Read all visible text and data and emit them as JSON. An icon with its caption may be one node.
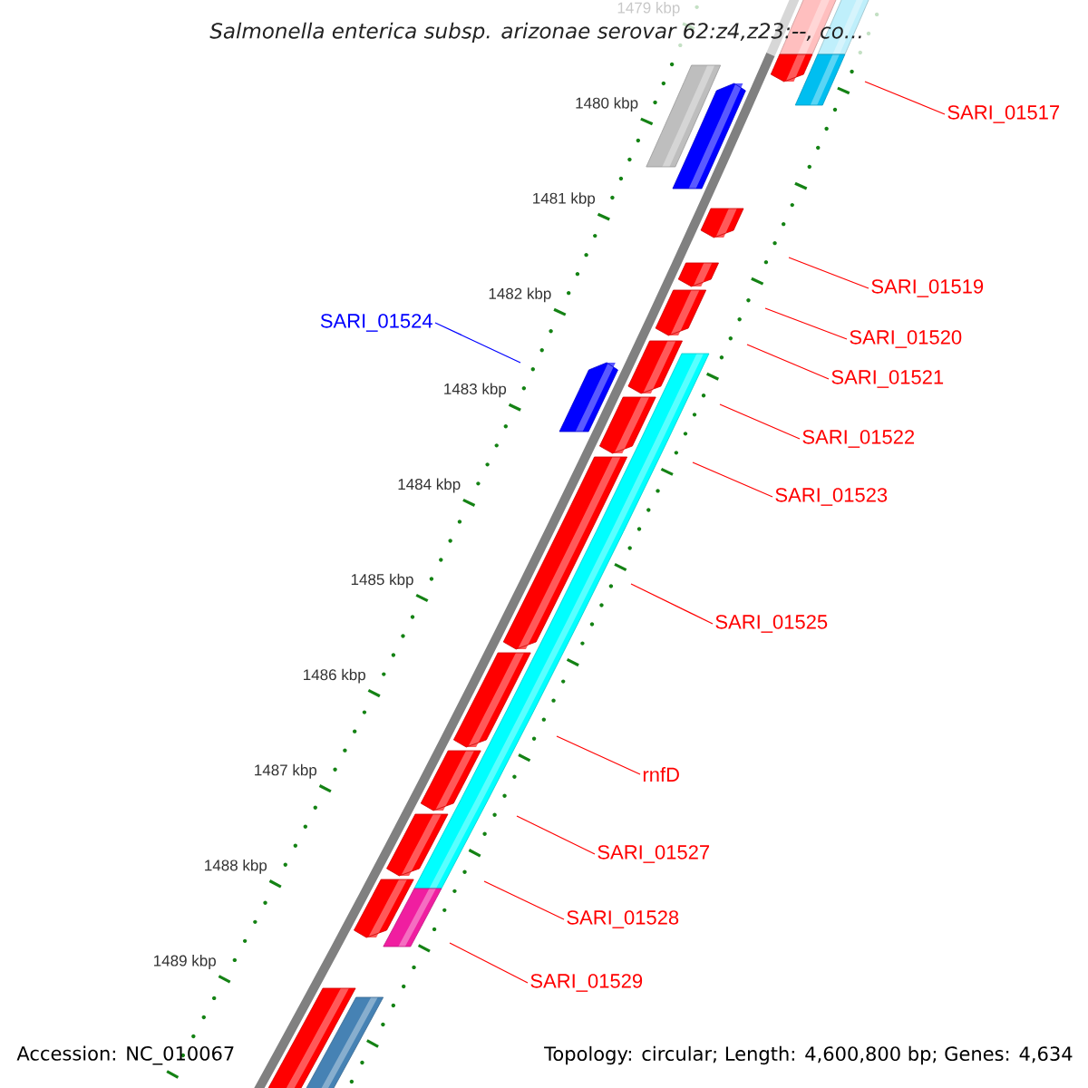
{
  "diagram": {
    "title": "Salmonella enterica subsp. arizonae serovar 62:z4,z23:--, co...",
    "nodes": [
      {
        "text": [
          "SARI_01517"
        ]
      },
      {
        "text": [
          "SARI_01519"
        ]
      },
      {
        "text": [
          "SARI_01524"
        ]
      },
      {
        "text": [
          "SARI_01520"
        ]
      },
      {
        "text": [
          "SARI_01521"
        ]
      },
      {
        "text": [
          "SARI_01522"
        ]
      },
      {
        "text": [
          "SARI_01523"
        ]
      },
      {
        "text": [
          "SARI_01525"
        ]
      },
      {
        "text": [
          "rnfD"
        ]
      },
      {
        "text": [
          "SARI_01527"
        ]
      },
      {
        "text": [
          "SARI_01528"
        ]
      },
      {
        "text": [
          "SARI_01529"
        ]
      }
    ],
    "edges": [
      {
        "from": 0,
        "to": null,
        "arrow": "none"
      },
      {
        "from": 1,
        "to": null,
        "arrow": "none"
      },
      {
        "from": 2,
        "to": null,
        "arrow": "none",
        "color": "#0000ff"
      },
      {
        "from": 3,
        "to": null,
        "arrow": "none"
      },
      {
        "from": 4,
        "to": null,
        "arrow": "none"
      },
      {
        "from": 5,
        "to": null,
        "arrow": "none"
      },
      {
        "from": 6,
        "to": null,
        "arrow": "none"
      },
      {
        "from": 7,
        "to": null,
        "arrow": "none"
      },
      {
        "from": 8,
        "to": null,
        "arrow": "none"
      },
      {
        "from": 9,
        "to": null,
        "arrow": "none"
      },
      {
        "from": 10,
        "to": null,
        "arrow": "none"
      },
      {
        "from": 11,
        "to": null,
        "arrow": "none"
      }
    ],
    "labels": [
      "1479 kbp",
      "1480 kbp",
      "1481 kbp",
      "1482 kbp",
      "1483 kbp",
      "1484 kbp",
      "1485 kbp",
      "1486 kbp",
      "1487 kbp",
      "1488 kbp",
      "1489 kbp",
      "Accession: NC_010067",
      "Topology: circular; Length: 4,600,800 bp; Genes: 4,634"
    ]
  }
}
